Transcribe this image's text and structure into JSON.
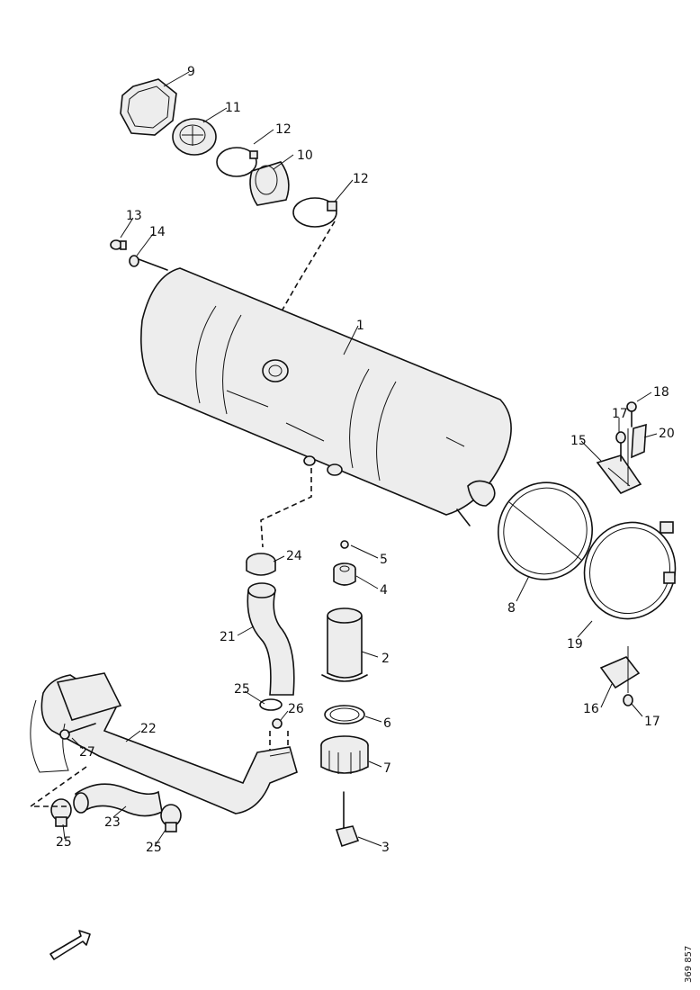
{
  "labels": {
    "p1": "1",
    "p2": "2",
    "p3": "3",
    "p4": "4",
    "p5": "5",
    "p6": "6",
    "p7": "7",
    "p8": "8",
    "p9": "9",
    "p10": "10",
    "p11": "11",
    "p12a": "12",
    "p12b": "12",
    "p13": "13",
    "p14": "14",
    "p15": "15",
    "p16": "16",
    "p17a": "17",
    "p17b": "17",
    "p18": "18",
    "p19": "19",
    "p20": "20",
    "p21": "21",
    "p22": "22",
    "p23": "23",
    "p24": "24",
    "p25a": "25",
    "p25b": "25",
    "p25c": "25",
    "p26": "26",
    "p27": "27"
  },
  "drawing_number": "369 857"
}
